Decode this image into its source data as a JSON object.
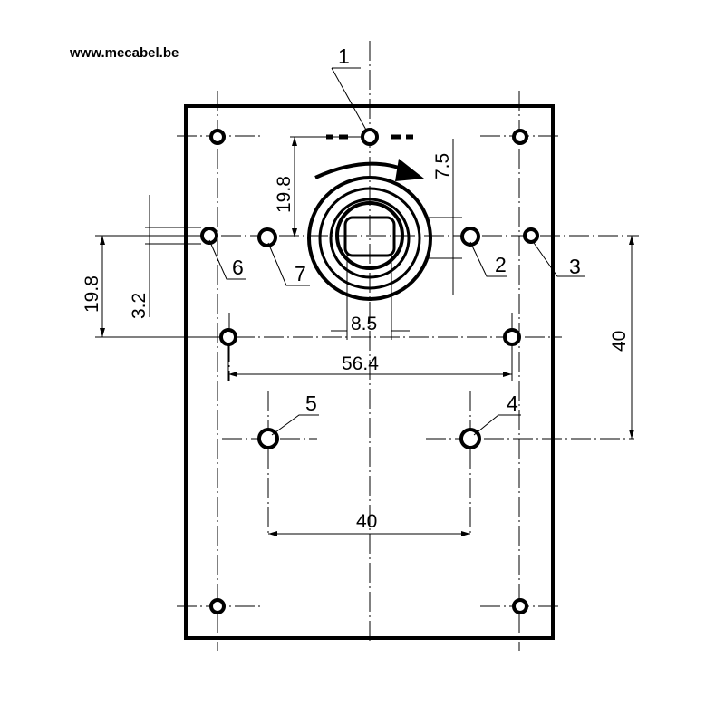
{
  "header": {
    "website": "www.mecabel.be"
  },
  "dimensions": {
    "offset_top": "7.5",
    "offset_left": "19.8",
    "offset_left_lower": "19.8",
    "offset_small": "3.2",
    "shaft_width": "8.5",
    "hole_spacing_wide": "56.4",
    "hole_spacing_bottom": "40",
    "vertical_spacing": "40"
  },
  "callouts": [
    "1",
    "2",
    "3",
    "4",
    "5",
    "6",
    "7"
  ],
  "rotation_direction": "clockwise"
}
